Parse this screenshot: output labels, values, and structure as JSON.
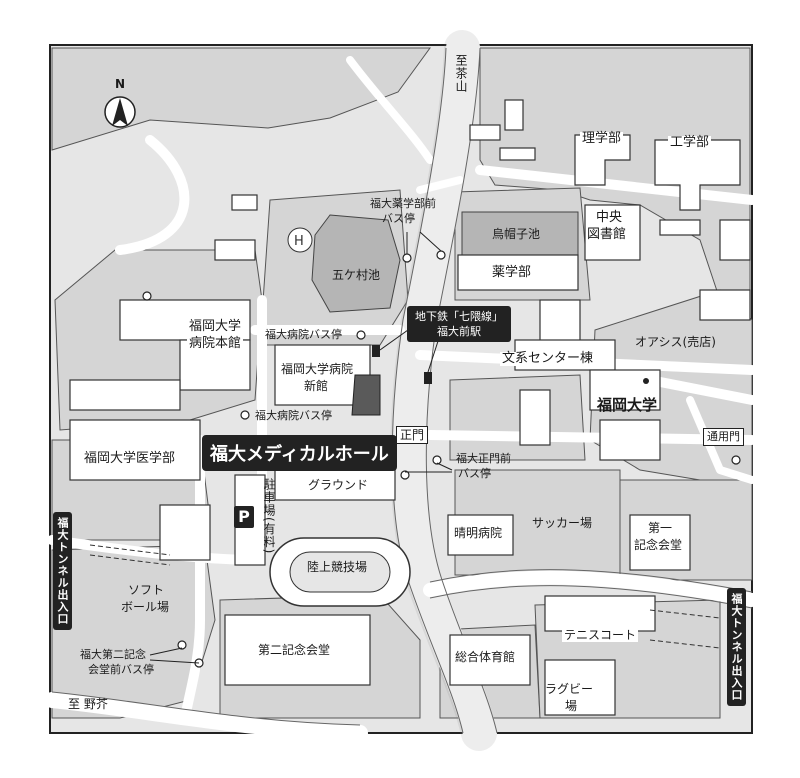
{
  "labels": {
    "to_chayama": "至茶山",
    "to_nonoke": "至 野芥",
    "rigakubu": "理学部",
    "kogakubu": "工学部",
    "chuo_library_1": "中央",
    "chuo_library_2": "図書館",
    "eboshi_pond": "烏帽子池",
    "yakugakubu": "薬学部",
    "gokamura_pond": "五ケ村池",
    "bunkei_center": "文系センター棟",
    "oasis": "オアシス(売店)",
    "fukuoka_univ": "福岡大学",
    "hospital_main_1": "福岡大学",
    "hospital_main_2": "病院本館",
    "hospital_new_1": "福岡大学病院",
    "hospital_new_2": "新館",
    "medical_faculty": "福岡大学医学部",
    "ground": "グラウンド",
    "parking_text": "駐車場(有料)",
    "track": "陸上競技場",
    "soccer": "サッカー場",
    "seimei_hospital": "晴明病院",
    "kinen1_1": "第一",
    "kinen1_2": "記念会堂",
    "softball_1": "ソフト",
    "softball_2": "ボール場",
    "kinen2": "第二記念会堂",
    "gym": "総合体育館",
    "tennis": "テニスコート",
    "rugby_1": "ラグビー",
    "rugby_2": "場"
  },
  "bus_stops": {
    "yakugaku_1": "福大薬学部前",
    "yakugaku_2": "バス停",
    "hospital_a": "福大病院バス停",
    "hospital_b": "福大病院バス停",
    "seimon_1": "福大正門前",
    "seimon_2": "バス停",
    "kinen2_1": "福大第二記念",
    "kinen2_2": "会堂前バス停"
  },
  "gates": {
    "seimon": "正門",
    "tsuyomon": "通用門"
  },
  "subway": {
    "line": "地下鉄「七隈線」",
    "station": "福大前駅"
  },
  "highlight": "福大メディカルホール",
  "tunnel": {
    "left": "福大トンネル出入口",
    "right": "福大トンネル出入口"
  },
  "parking_symbol": "P",
  "compass": "N",
  "colors": {
    "road": "#ffffff",
    "block": "#d9d9d9",
    "building": "#ffffff",
    "pond": "#b5b5b5",
    "highlight_building": "#5a5a5a",
    "tag_bg": "#222222"
  }
}
